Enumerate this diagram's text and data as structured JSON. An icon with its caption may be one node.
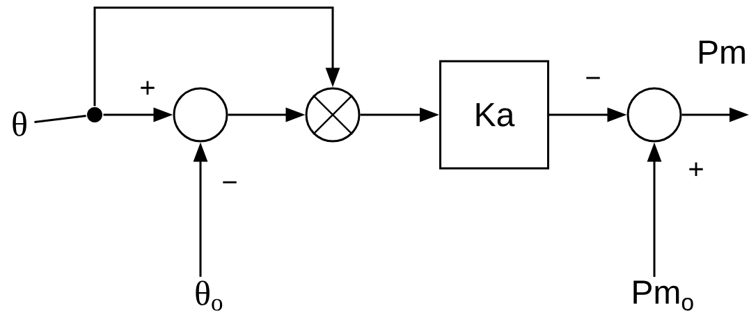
{
  "diagram": {
    "nodes": [
      {
        "text": [
          "θ"
        ]
      },
      {
        "text": [],
        "shape": "dot"
      },
      {
        "text": [],
        "shape": "circle"
      },
      {
        "text": [],
        "shape": "crossed-circle"
      },
      {
        "text": [
          "Ka"
        ]
      },
      {
        "text": [],
        "shape": "circle"
      },
      {
        "text": [
          "θ$_{o}$"
        ]
      },
      {
        "text": [
          "Pm$_{o}$"
        ]
      }
    ],
    "edges": [
      {
        "from": 0,
        "to": 1,
        "arrow": "none"
      },
      {
        "from": 1,
        "to": 2,
        "arrow": "to",
        "label": "+"
      },
      {
        "from": 1,
        "to": 3,
        "arrow": "to"
      },
      {
        "from": 6,
        "to": 2,
        "arrow": "to",
        "label": "−"
      },
      {
        "from": 2,
        "to": 3,
        "arrow": "to"
      },
      {
        "from": 3,
        "to": 4,
        "arrow": "to"
      },
      {
        "from": 4,
        "to": 5,
        "arrow": "to",
        "label": "−"
      },
      {
        "from": 7,
        "to": 5,
        "arrow": "to",
        "label": "+"
      },
      {
        "from": 5,
        "to": null,
        "arrow": "to",
        "label": "Pm"
      }
    ]
  }
}
